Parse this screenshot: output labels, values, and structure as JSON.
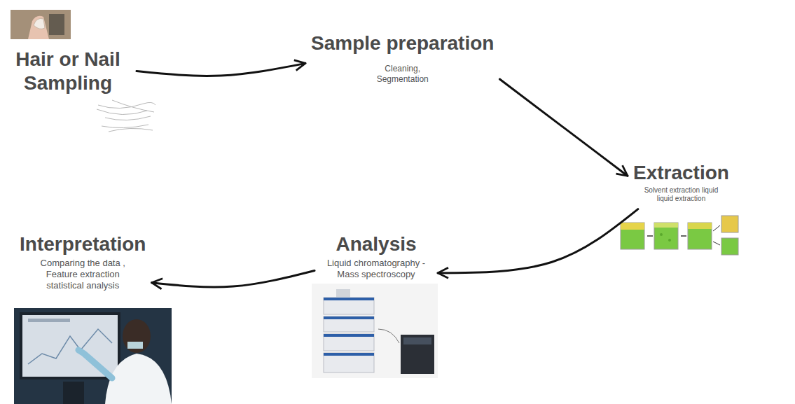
{
  "diagram": {
    "nodes": [
      {
        "text": [
          "Hair or Nail Sampling"
        ]
      },
      {
        "text": [
          "Sample preparation",
          "Cleaning, Segmentation"
        ]
      },
      {
        "text": [
          "Extraction",
          "Solvent extraction liquid liquid extraction"
        ]
      },
      {
        "text": [
          "Analysis",
          "Liquid chromatography - Mass spectroscopy"
        ]
      },
      {
        "text": [
          "Interpretation",
          "Comparing the data , Feature extraction statistical analysis"
        ]
      }
    ],
    "edges": [
      {
        "from": 0,
        "to": 1,
        "arrow": "to"
      },
      {
        "from": 1,
        "to": 2,
        "arrow": "to"
      },
      {
        "from": 2,
        "to": 3,
        "arrow": "to"
      },
      {
        "from": 3,
        "to": 4,
        "arrow": "to"
      }
    ]
  }
}
